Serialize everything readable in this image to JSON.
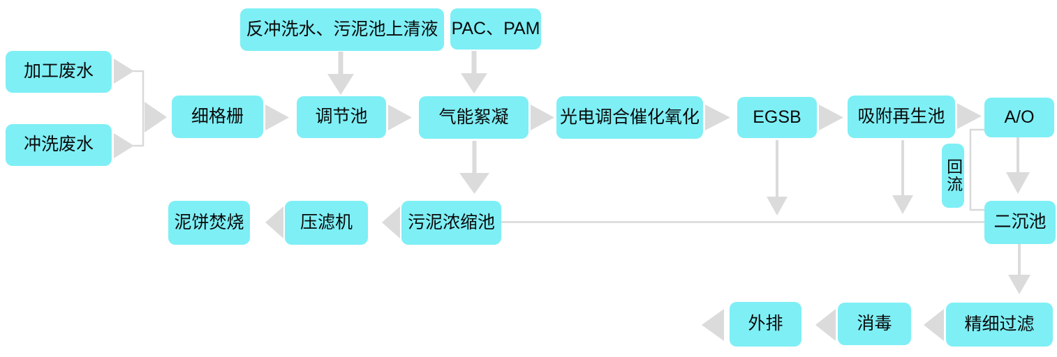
{
  "diagram": {
    "description": "工业废水处理工艺流程图",
    "type": "flowchart"
  },
  "nodes": {
    "processing_wastewater": "加工废水",
    "rinse_wastewater": "冲洗废水",
    "backwash_supernatant": "反冲洗水、污泥池上清液",
    "pac_pam": "PAC、PAM",
    "fine_screen": "细格栅",
    "regulating_tank": "调节池",
    "gas_flocculation": "气能絮凝",
    "photoelectric_catalytic_oxidation": "光电调合催化氧化",
    "egsb": "EGSB",
    "adsorption_regeneration_tank": "吸附再生池",
    "ao": "A/O",
    "reflux": "回流",
    "secondary_sedimentation_tank": "二沉池",
    "sludge_thickening_tank": "污泥浓缩池",
    "filter_press": "压滤机",
    "sludge_cake_incineration": "泥饼焚烧",
    "fine_filtration": "精细过滤",
    "disinfection": "消毒",
    "discharge": "外排"
  },
  "colors": {
    "node_fill": "#7EEFF5",
    "connector": "#DBDBDB",
    "line": "#D9D9D9",
    "text": "#0A0A0A",
    "background": "#FFFFFF"
  }
}
